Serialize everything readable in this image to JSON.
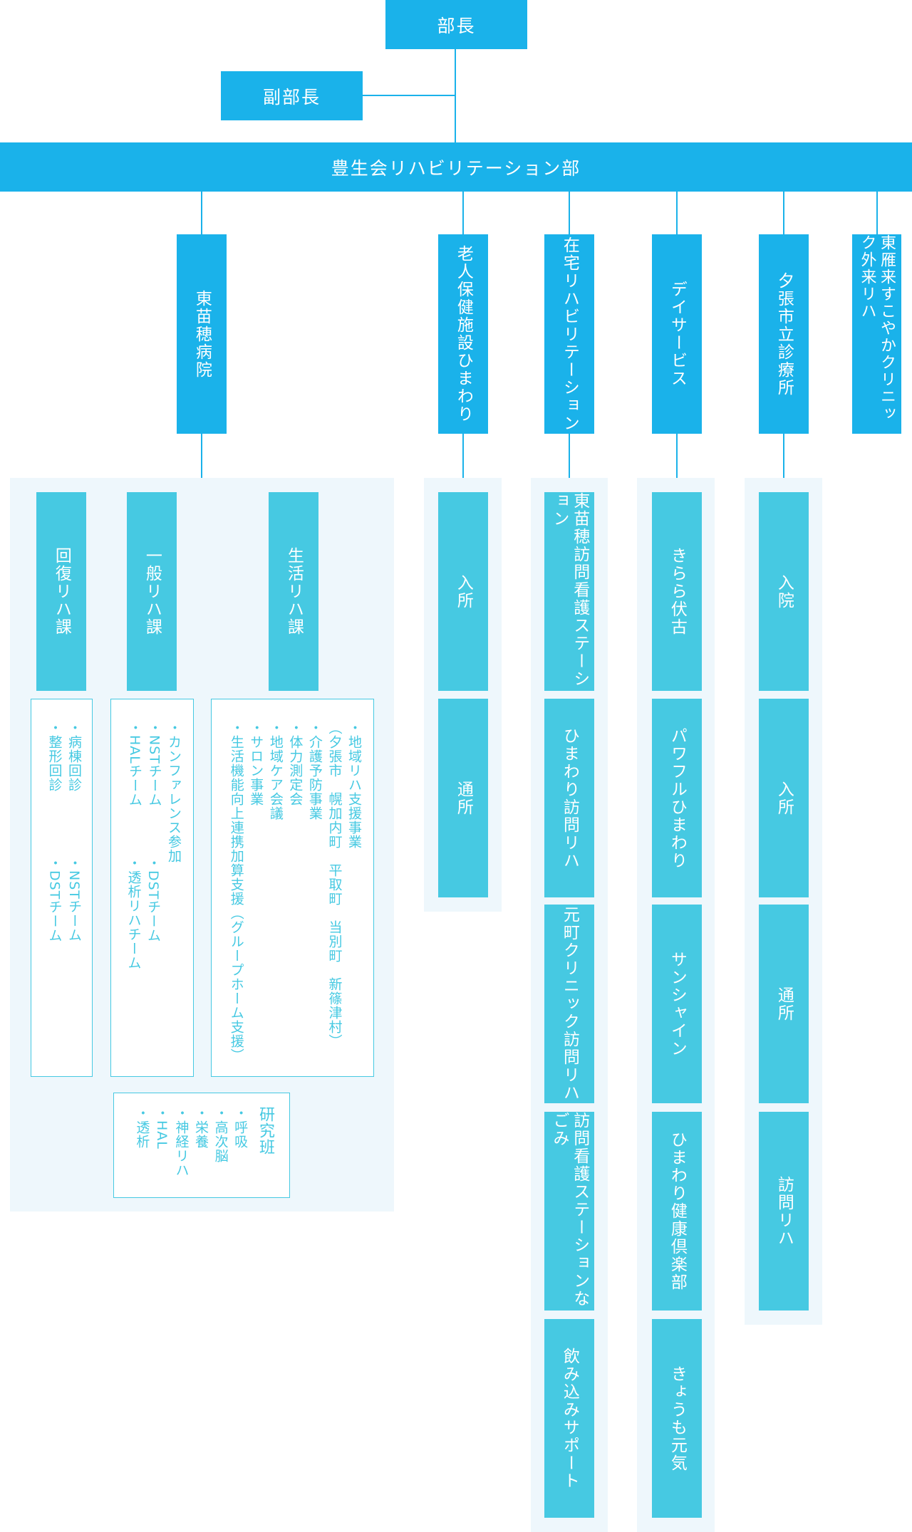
{
  "top": {
    "head": "部長",
    "deputy": "副部長",
    "department": "豊生会リハビリテーション部"
  },
  "columns": [
    {
      "label": "東苗穂病院"
    },
    {
      "label": "老人保健施設ひまわり",
      "subs": [
        "入所",
        "通所"
      ]
    },
    {
      "label": "在宅リハビリテーション",
      "subs": [
        "東苗穂訪問看護ステーション",
        "ひまわり訪問リハ",
        "元町クリニック訪問リハ",
        "訪問看護ステーションなごみ",
        "飲み込みサポート"
      ]
    },
    {
      "label": "デイサービス",
      "subs": [
        "きらら伏古",
        "パワフルひまわり",
        "サンシャイン",
        "ひまわり健康倶楽部",
        "きょうも元気"
      ]
    },
    {
      "label": "夕張市立診療所",
      "subs": [
        "入院",
        "入所",
        "通所",
        "訪問リハ"
      ]
    },
    {
      "label": "東雁来すこやかクリニック外来リハ"
    }
  ],
  "higashinaebo": {
    "sections": [
      {
        "label": "回復リハ課",
        "items": [
          "・病棟回診",
          "・整形回診",
          "・NSTチーム",
          "・DSTチーム"
        ]
      },
      {
        "label": "一般リハ課",
        "items": [
          "・カンファレンス参加",
          "・NSTチーム",
          "・HALチーム",
          "・DSTチーム",
          "・透析リハチーム"
        ]
      },
      {
        "label": "生活リハ課",
        "items": [
          "・地域リハ支援事業",
          "（夕張市　幌加内町　平取町　当別町　新篠津村）",
          "・介護予防事業",
          "・体力測定会",
          "・地域ケア会議",
          "・サロン事業",
          "・生活機能向上連携加算支援（グループホーム支援）"
        ]
      }
    ],
    "research": {
      "title": "研究班",
      "items": [
        "・呼吸",
        "・高次脳",
        "・栄養",
        "・神経リハ",
        "・HAL",
        "・透析"
      ]
    }
  }
}
